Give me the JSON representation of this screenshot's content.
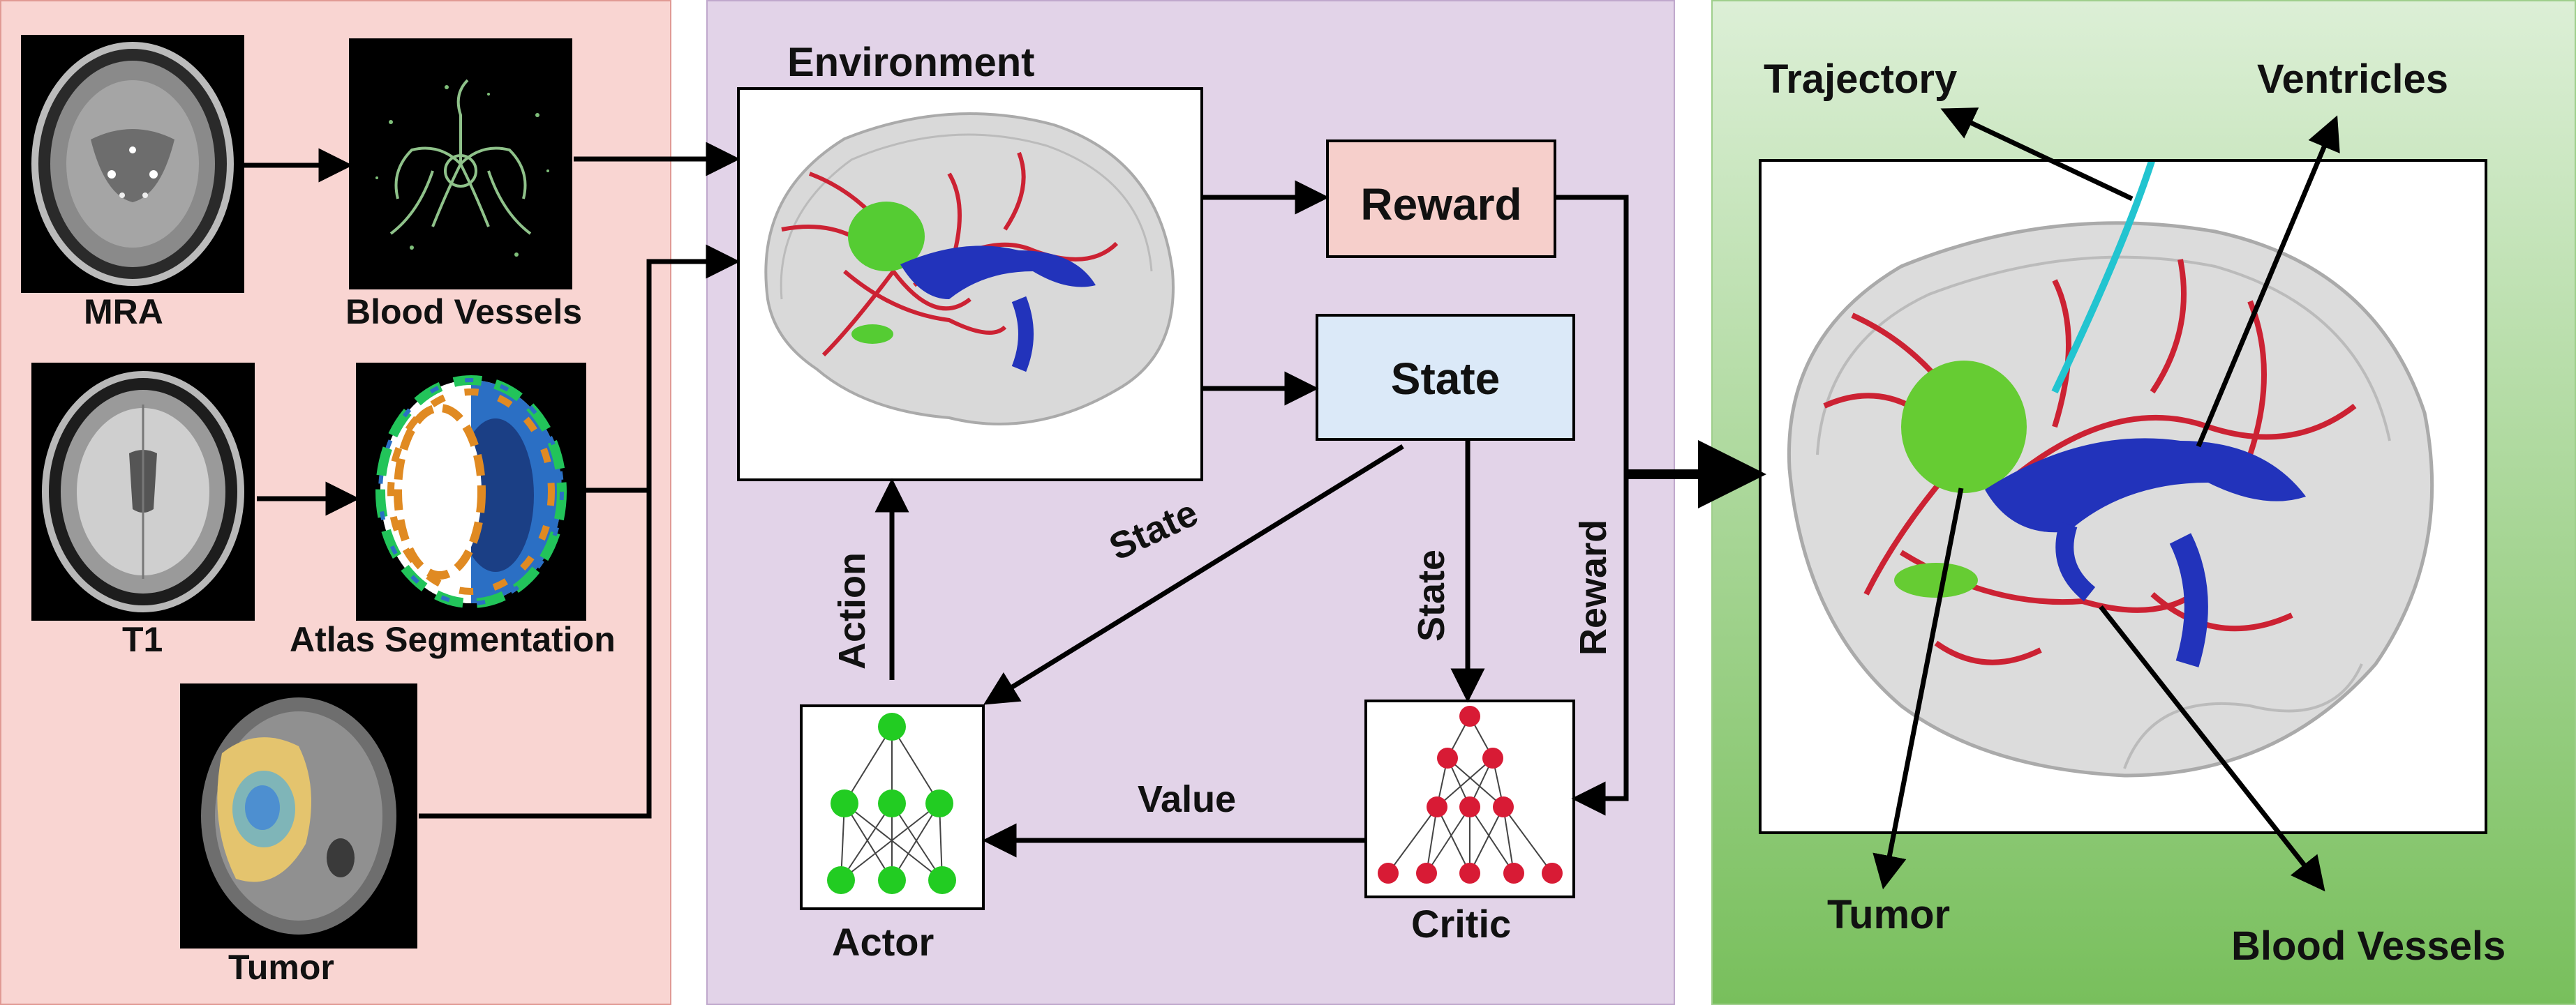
{
  "left_panel": {
    "mra_label": "MRA",
    "blood_vessels_label": "Blood Vessels",
    "t1_label": "T1",
    "atlas_label": "Atlas Segmentation",
    "tumor_label": "Tumor"
  },
  "middle_panel": {
    "environment_label": "Environment",
    "reward_box": "Reward",
    "state_box": "State",
    "state_edge_left": "State",
    "state_edge_right": "State",
    "reward_edge": "Reward",
    "action_edge": "Action",
    "value_edge": "Value",
    "actor_label": "Actor",
    "critic_label": "Critic"
  },
  "right_panel": {
    "trajectory_label": "Trajectory",
    "ventricles_label": "Ventricles",
    "tumor_label": "Tumor",
    "blood_vessels_label": "Blood Vessels"
  },
  "colors": {
    "left_bg": "#f9d5d2",
    "middle_bg": "#e2d3e8",
    "right_bg_top": "#dcefd6",
    "right_bg_bottom": "#78bf5c",
    "reward_fill": "#f6cfcb",
    "state_fill": "#dbe9f8",
    "actor_node": "#22cc22",
    "critic_node": "#d81b35",
    "vessel": "#cc2233",
    "ventricle": "#2233bb",
    "tumor_mass": "#66cc33",
    "trajectory": "#22c4d0"
  }
}
